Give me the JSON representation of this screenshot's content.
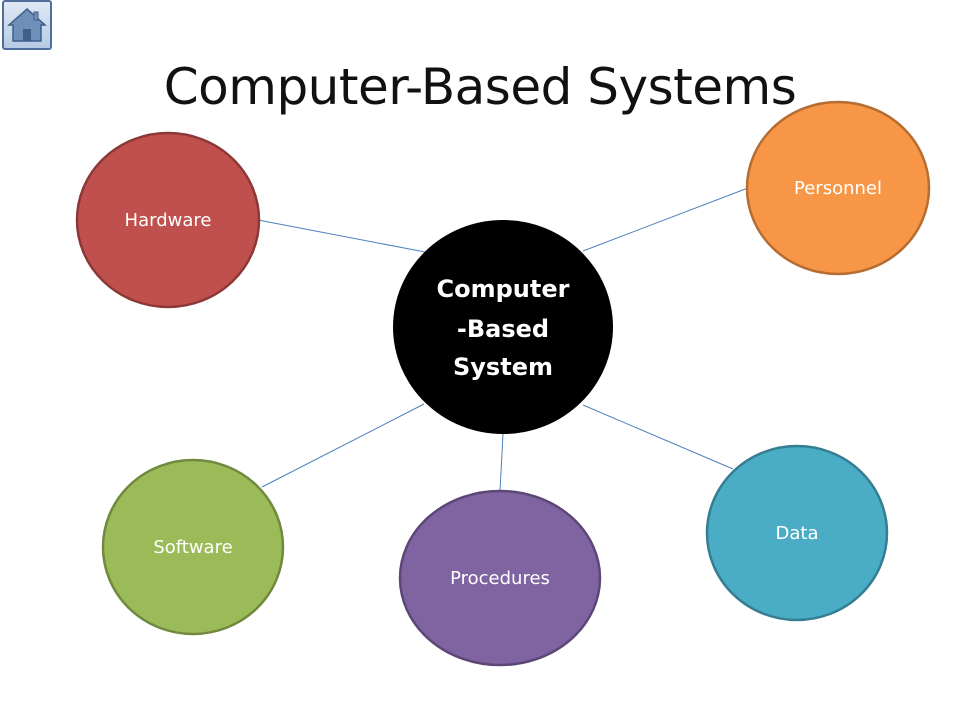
{
  "title": "Computer-Based Systems",
  "home_button": {
    "icon": "home-icon"
  },
  "center": {
    "label_lines": [
      "Computer",
      "-Based",
      "System"
    ],
    "fill": "#000000",
    "text_color": "#ffffff"
  },
  "nodes": [
    {
      "id": "hardware",
      "label": "Hardware",
      "fill": "#c0504d",
      "stroke": "#8c3836"
    },
    {
      "id": "personnel",
      "label": "Personnel",
      "fill": "#f79646",
      "stroke": "#b66d31"
    },
    {
      "id": "software",
      "label": "Software",
      "fill": "#9bbb59",
      "stroke": "#71893f"
    },
    {
      "id": "procedures",
      "label": "Procedures",
      "fill": "#8064a2",
      "stroke": "#5c4776"
    },
    {
      "id": "data",
      "label": "Data",
      "fill": "#4bacc6",
      "stroke": "#357d91"
    }
  ],
  "connector_color": "#4f81bd"
}
